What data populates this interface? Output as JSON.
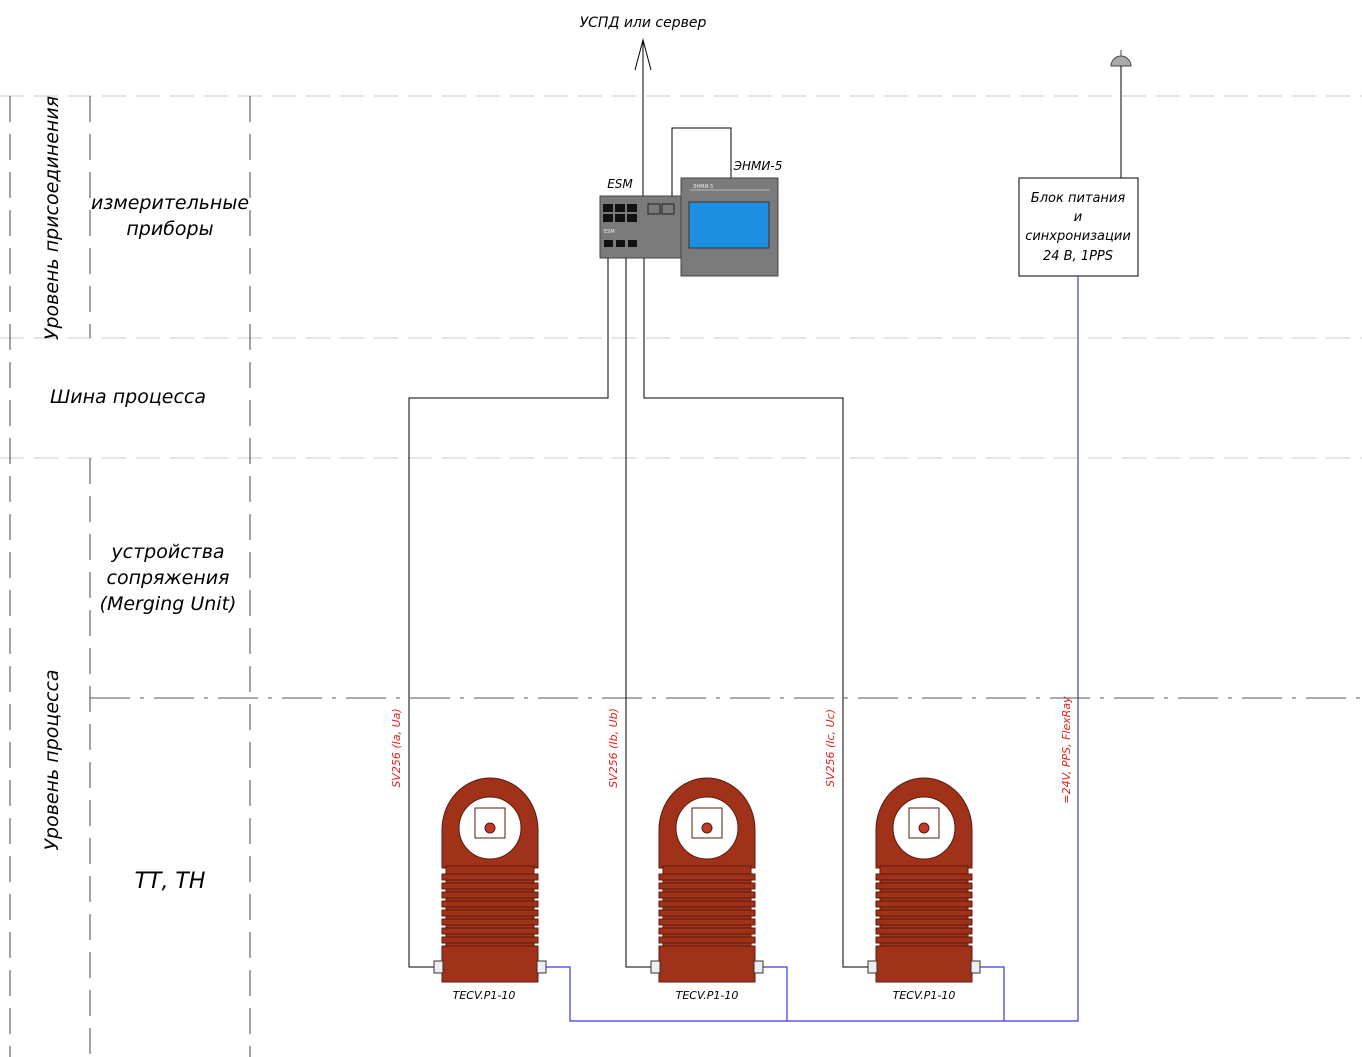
{
  "top_target": "УСПД или сервер",
  "levels": {
    "connection": "Уровень присоединения",
    "process": "Уровень процесса"
  },
  "rows": {
    "meters_line1": "измерительные",
    "meters_line2": "приборы",
    "bus": "Шина процесса",
    "mu_line1": "устройства",
    "mu_line2": "сопряжения",
    "mu_line3": "(Merging Unit)",
    "tt": "ТТ, ТН"
  },
  "devices": {
    "esm": "ESM",
    "esm_plate": "ESM",
    "enmi": "ЭНМИ-5",
    "enmi_plate": "ЭНМИ-5",
    "psu_line1": "Блок питания",
    "psu_line2": "и",
    "psu_line3": "синхронизации",
    "psu_line4": "24  В, 1PPS"
  },
  "sensors": [
    {
      "name": "TECV.P1-10",
      "stream": "SV256 (Ia, Ua)"
    },
    {
      "name": "TECV.P1-10",
      "stream": "SV256 (Ib, Ub)"
    },
    {
      "name": "TECV.P1-10",
      "stream": "SV256 (Ic, Uc)"
    }
  ],
  "power_line": "=24V, PPS, FlexRay",
  "colors": {
    "sensor_body": "#a0321a",
    "sensor_outline": "#5a1a0c",
    "power_line": "#3b3be0",
    "stream_label": "#e8201c",
    "device_body": "#7a7a7a",
    "screen": "#1e8fe0",
    "guide_line": "#c8c8c8"
  }
}
